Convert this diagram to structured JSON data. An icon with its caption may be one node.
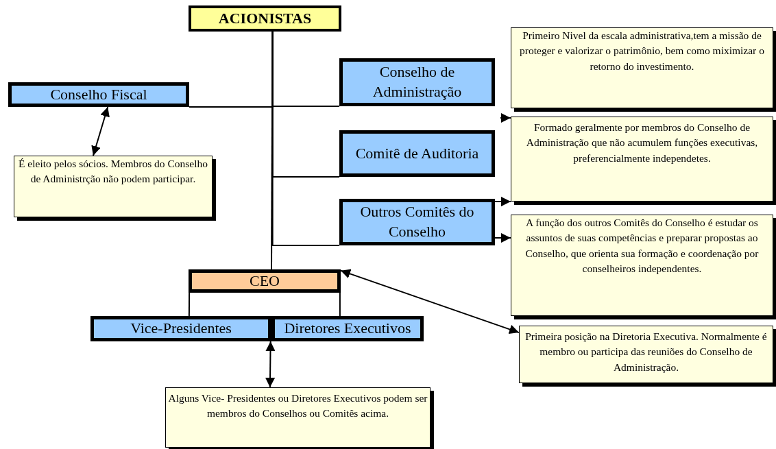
{
  "diagram": {
    "nodes": [
      {
        "text": [
          "ACIONISTAS"
        ]
      },
      {
        "text": [
          "Conselho Fiscal"
        ]
      },
      {
        "text": [
          "É eleito pelos sócios. Membros do Conselho de Administrção não podem participar."
        ]
      },
      {
        "text": [
          "Conselho de Administração"
        ]
      },
      {
        "text": [
          "Primeiro Nivel da escala administrativa,tem a missão de proteger e valorizar o patrimônio, bem como miximizar o retorno do investimento."
        ]
      },
      {
        "text": [
          "Comitê de Auditoria"
        ]
      },
      {
        "text": [
          "Formado geralmente por membros do Conselho de Administração que não acumulem funções executivas, preferencialmente independetes."
        ]
      },
      {
        "text": [
          "Outros Comitês do Conselho"
        ]
      },
      {
        "text": [
          "A função dos outros Comitês do Conselho é estudar os assuntos de suas competências e preparar propostas ao Conselho, que orienta sua formação e coordenação por conselheiros independentes."
        ]
      },
      {
        "text": [
          "CEO"
        ]
      },
      {
        "text": [
          "Vice-Presidentes"
        ]
      },
      {
        "text": [
          "Diretores Executivos"
        ]
      },
      {
        "text": [
          "Primeira posição na Diretoria Executiva. Normalmente é membro ou participa das reuniões do Conselho de Administração."
        ]
      },
      {
        "text": [
          "Alguns Vice- Presidentes ou Diretores Executivos podem ser membros do Conselhos ou Comitês acima."
        ]
      }
    ],
    "edges": [
      {
        "from": 0,
        "to": 1,
        "arrow": "none"
      },
      {
        "from": 0,
        "to": 3,
        "arrow": "none"
      },
      {
        "from": 0,
        "to": 5,
        "arrow": "none"
      },
      {
        "from": 0,
        "to": 7,
        "arrow": "none"
      },
      {
        "from": 0,
        "to": 9,
        "arrow": "none"
      },
      {
        "from": 1,
        "to": 2,
        "arrow": "both"
      },
      {
        "from": null,
        "to": 6,
        "arrow": "to"
      },
      {
        "from": 7,
        "to": 6,
        "arrow": "to"
      },
      {
        "from": 7,
        "to": 8,
        "arrow": "to"
      },
      {
        "from": 9,
        "to": 12,
        "arrow": "both"
      },
      {
        "from": 9,
        "to": 10,
        "arrow": "none"
      },
      {
        "from": 9,
        "to": 11,
        "arrow": "none"
      },
      {
        "from": 10,
        "to": 13,
        "arrow": "both"
      }
    ]
  }
}
